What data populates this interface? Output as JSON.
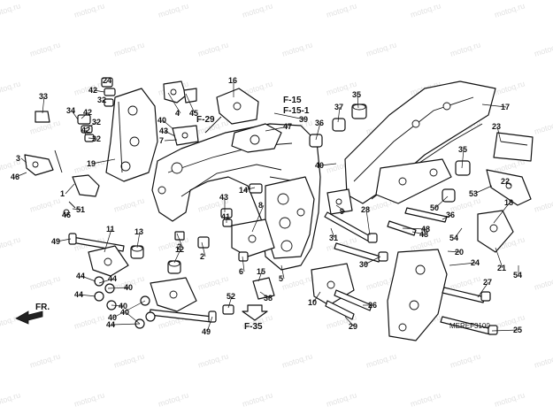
{
  "diagram": {
    "code": "MEREF3100",
    "direction_label": "FR.",
    "watermark": "motoq.ru",
    "references": [
      "F-15",
      "F-15-1",
      "F-29",
      "F-35"
    ],
    "callouts": [
      {
        "label": "24"
      },
      {
        "label": "42"
      },
      {
        "label": "32"
      },
      {
        "label": "33"
      },
      {
        "label": "34"
      },
      {
        "label": "42"
      },
      {
        "label": "32"
      },
      {
        "label": "42"
      },
      {
        "label": "32"
      },
      {
        "label": "3"
      },
      {
        "label": "46"
      },
      {
        "label": "19"
      },
      {
        "label": "1"
      },
      {
        "label": "46"
      },
      {
        "label": "51"
      },
      {
        "label": "49"
      },
      {
        "label": "11"
      },
      {
        "label": "13"
      },
      {
        "label": "44"
      },
      {
        "label": "44"
      },
      {
        "label": "40"
      },
      {
        "label": "44"
      },
      {
        "label": "40"
      },
      {
        "label": "40"
      },
      {
        "label": "44"
      },
      {
        "label": "40"
      },
      {
        "label": "12"
      },
      {
        "label": "49"
      },
      {
        "label": "2"
      },
      {
        "label": "2"
      },
      {
        "label": "4"
      },
      {
        "label": "45"
      },
      {
        "label": "40"
      },
      {
        "label": "43"
      },
      {
        "label": "7"
      },
      {
        "label": "16"
      },
      {
        "label": "39"
      },
      {
        "label": "47"
      },
      {
        "label": "14"
      },
      {
        "label": "43"
      },
      {
        "label": "41"
      },
      {
        "label": "8"
      },
      {
        "label": "6"
      },
      {
        "label": "15"
      },
      {
        "label": "5"
      },
      {
        "label": "38"
      },
      {
        "label": "52"
      },
      {
        "label": "35"
      },
      {
        "label": "37"
      },
      {
        "label": "17"
      },
      {
        "label": "36"
      },
      {
        "label": "23"
      },
      {
        "label": "40"
      },
      {
        "label": "48"
      },
      {
        "label": "35"
      },
      {
        "label": "22"
      },
      {
        "label": "53"
      },
      {
        "label": "9"
      },
      {
        "label": "50"
      },
      {
        "label": "18"
      },
      {
        "label": "28"
      },
      {
        "label": "36"
      },
      {
        "label": "48"
      },
      {
        "label": "31"
      },
      {
        "label": "54"
      },
      {
        "label": "20"
      },
      {
        "label": "30"
      },
      {
        "label": "24"
      },
      {
        "label": "21"
      },
      {
        "label": "54"
      },
      {
        "label": "10"
      },
      {
        "label": "26"
      },
      {
        "label": "27"
      },
      {
        "label": "29"
      },
      {
        "label": "25"
      }
    ]
  }
}
